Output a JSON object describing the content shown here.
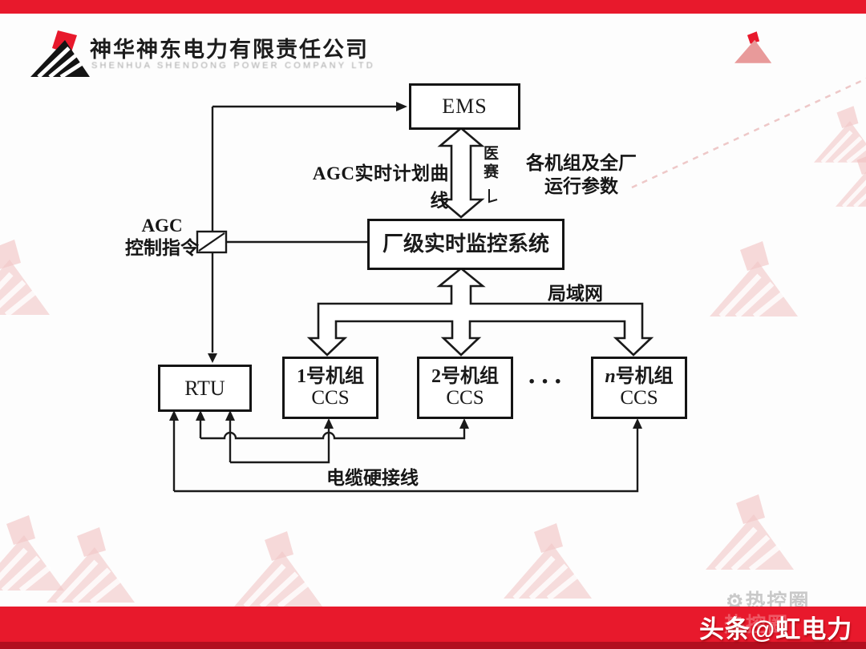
{
  "header": {
    "bar_color": "#e8192c",
    "company_name": "神华神东电力有限责任公司",
    "company_name_en": "SHENHUA SHENDONG POWER COMPANY LTD"
  },
  "diagram": {
    "nodes": {
      "ems": "EMS",
      "plant": "厂级实时监控系统",
      "rtu": "RTU",
      "unit1_line1": "1号机组",
      "unit1_line2": "CCS",
      "unit2_line1": "2号机组",
      "unit2_line2": "CCS",
      "unitn_line1": "n号机组",
      "unitn_line2": "CCS",
      "ellipsis": "···"
    },
    "labels": {
      "agc_curve": "AGC实时计划曲线",
      "params_line1": "各机组及全厂",
      "params_line2": "运行参数",
      "agc_cmd_line1": "AGC",
      "agc_cmd_line2": "控制指令",
      "lan": "局域网",
      "cable": "电缆硬接线",
      "side_note": "医赛"
    },
    "line_color": "#1a1a1a"
  },
  "footer": {
    "bar_color": "#e8192c",
    "bar_dark_color": "#b20f1f",
    "credit": "头条@虹电力",
    "watermark_text": "热控圈",
    "watermark_icon": "⚙"
  },
  "watermark_color": "#f2c6c6"
}
